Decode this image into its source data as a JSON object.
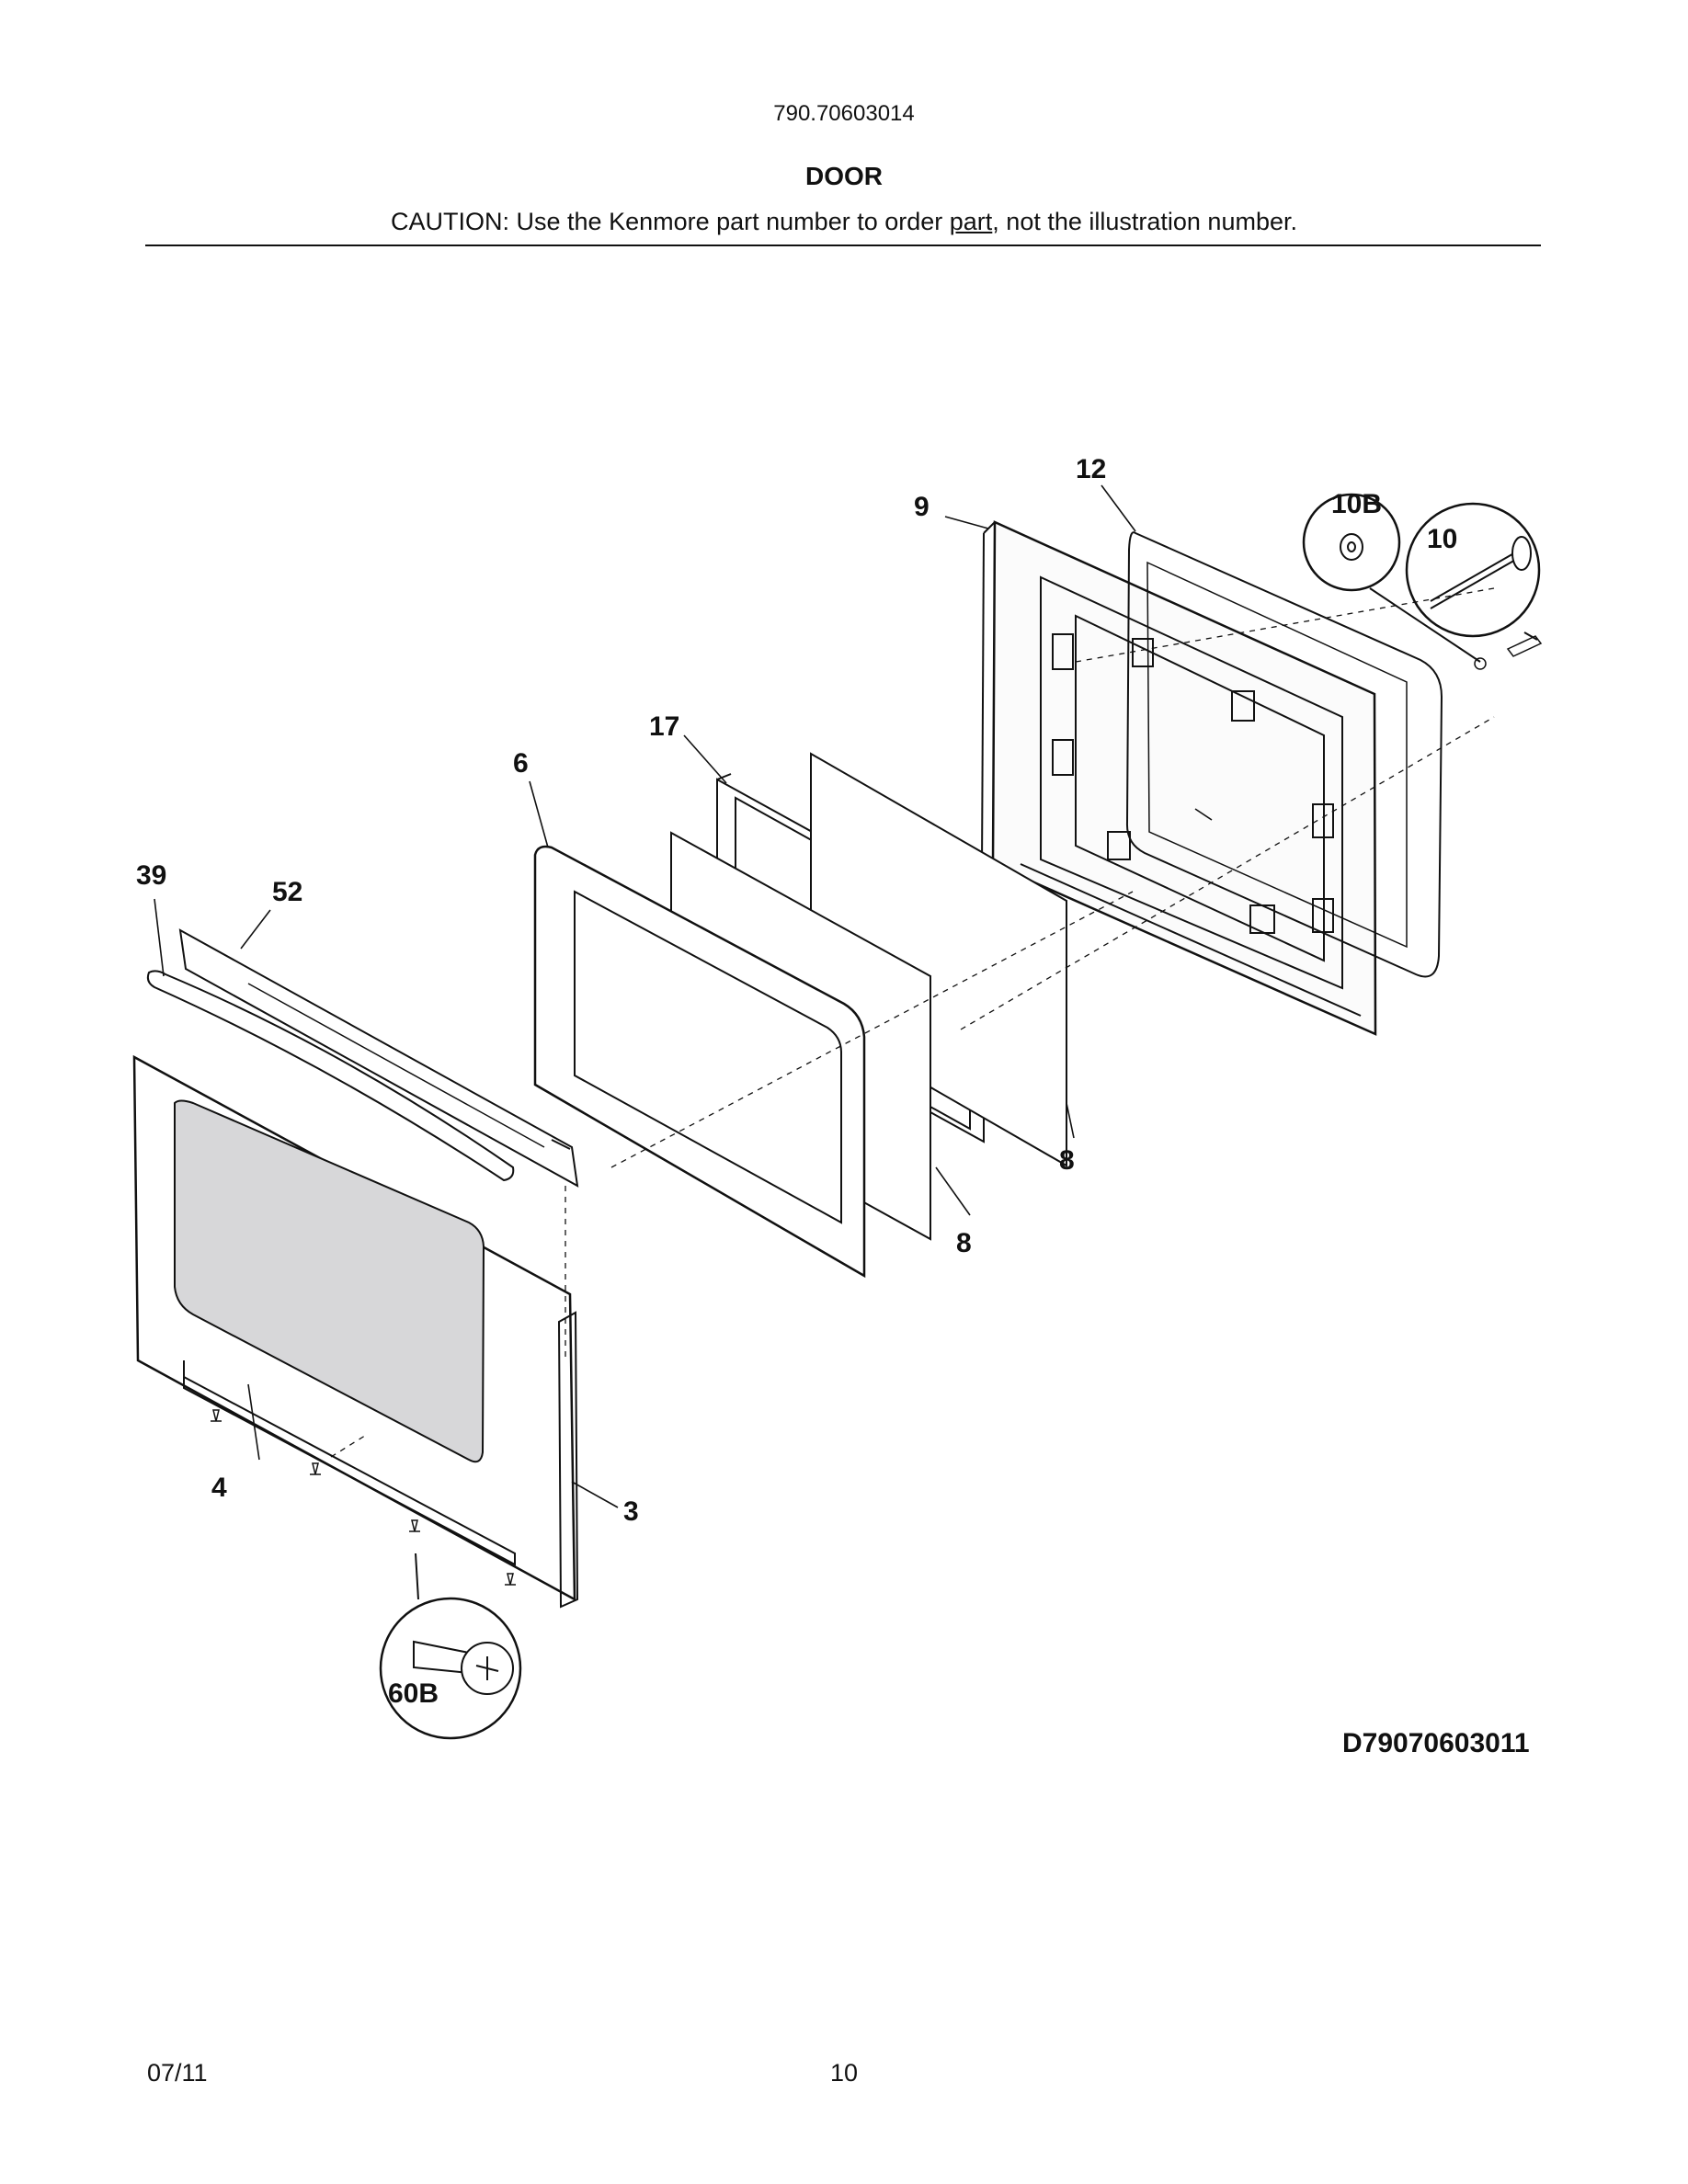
{
  "header": {
    "model_number": "790.70603014",
    "title": "DOOR",
    "caution_before": "CAUTION: Use the Kenmore part number to order ",
    "caution_underlined": "part",
    "caution_after": ", not the illustration number."
  },
  "callouts": {
    "c12": "12",
    "c9": "9",
    "c10b": "10B",
    "c10": "10",
    "c17": "17",
    "c6": "6",
    "c39": "39",
    "c52": "52",
    "c8a": "8",
    "c8b": "8",
    "c4": "4",
    "c3": "3",
    "c60b": "60B"
  },
  "diagram_code": "D79070603011",
  "footer": {
    "date": "07/11",
    "page": "10"
  }
}
